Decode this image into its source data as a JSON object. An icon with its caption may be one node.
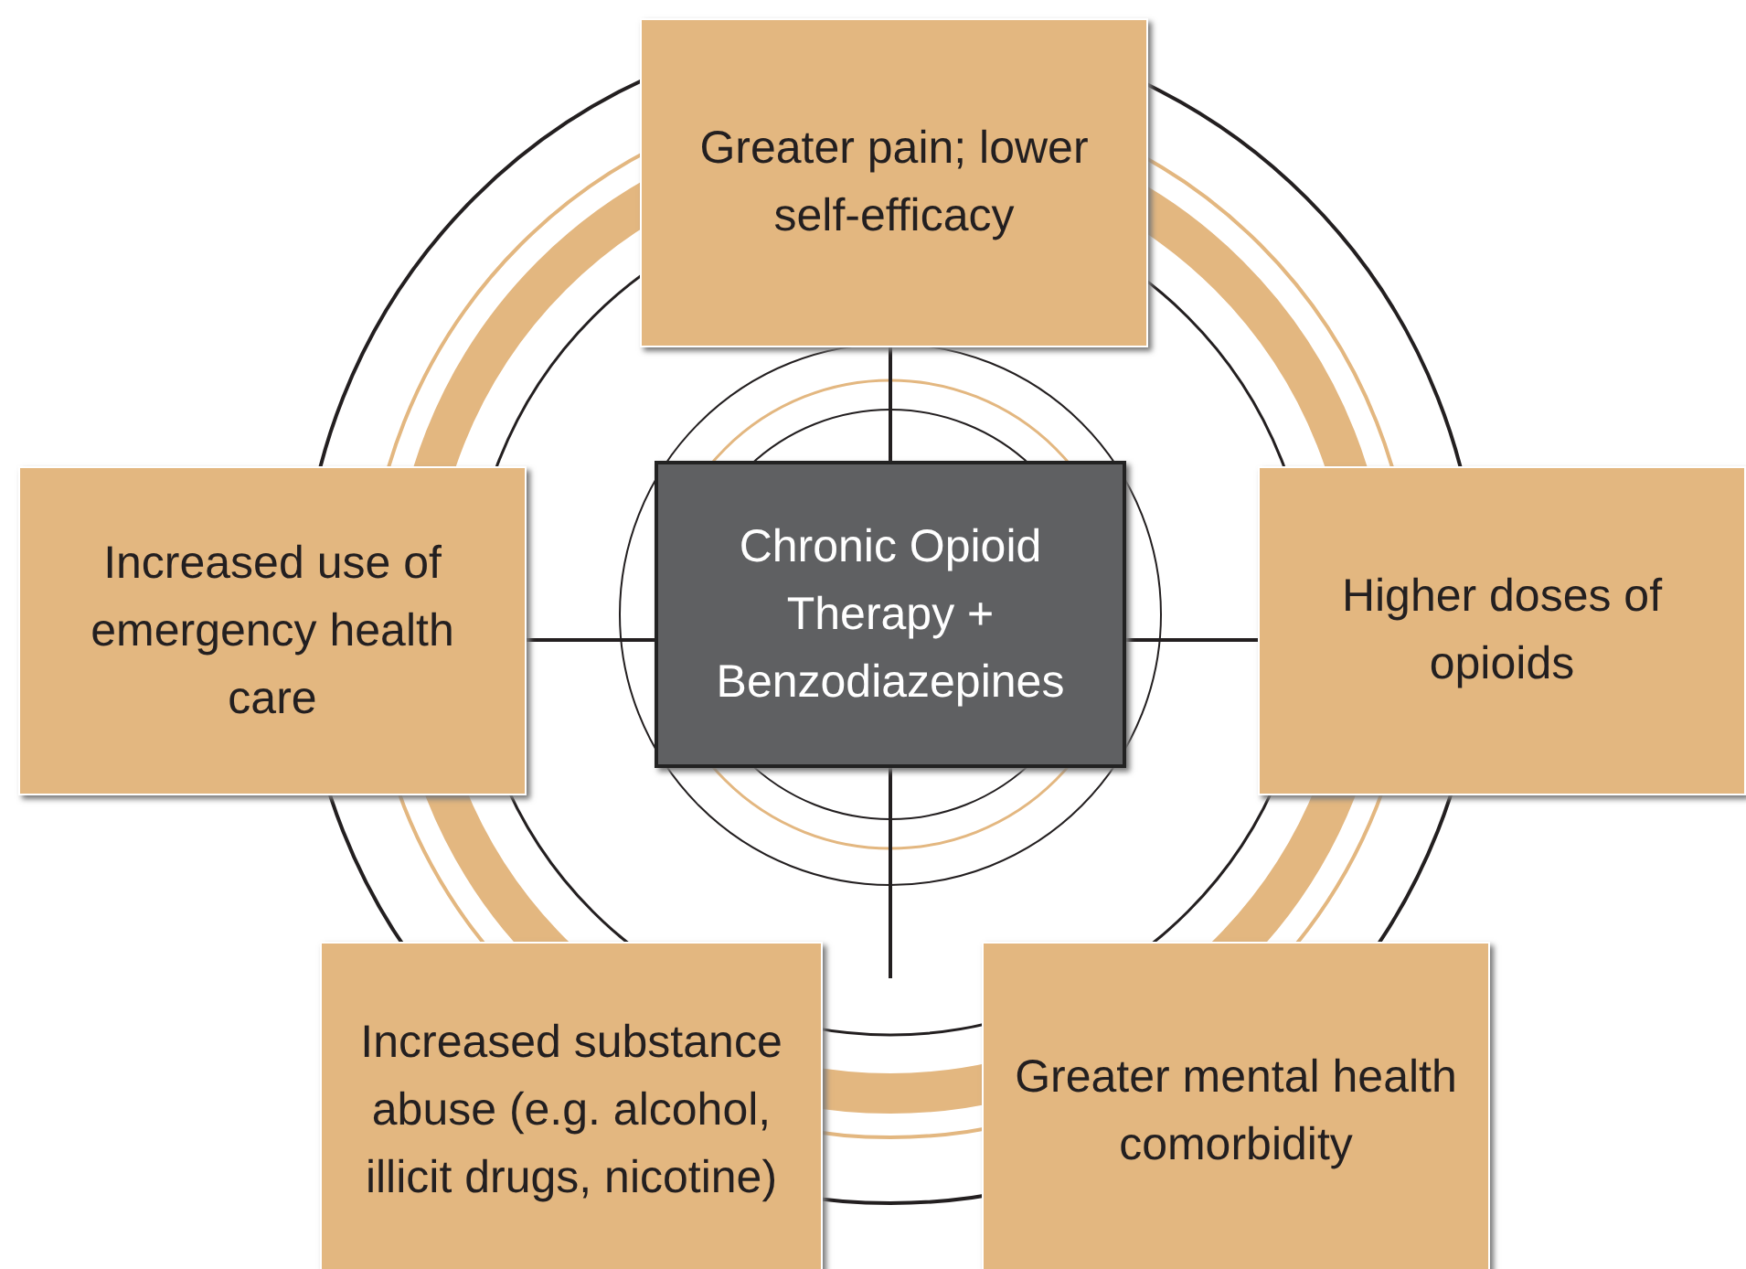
{
  "diagram": {
    "nodes": [
      {
        "text": [
          "Greater pain; lower self-efficacy"
        ]
      },
      {
        "text": [
          "Increased use of emergency health care"
        ]
      },
      {
        "text": [
          "Chronic Opioid Therapy + Benzodiazepines"
        ]
      },
      {
        "text": [
          "Higher doses of opioids"
        ]
      },
      {
        "text": [
          "Increased substance abuse (e.g. alcohol, illicit drugs, nicotine)"
        ]
      },
      {
        "text": [
          "Greater mental health comorbidity"
        ]
      }
    ],
    "edges": [
      {
        "from": 2,
        "to": 0,
        "arrow": "none"
      },
      {
        "from": 2,
        "to": 1,
        "arrow": "none"
      },
      {
        "from": 2,
        "to": 3,
        "arrow": "none"
      },
      {
        "from": 2,
        "to": null,
        "arrow": "none"
      }
    ]
  }
}
